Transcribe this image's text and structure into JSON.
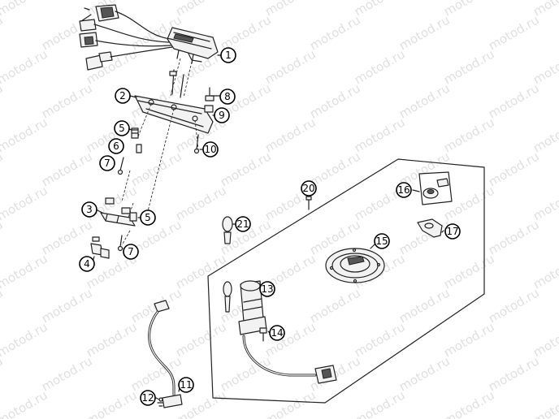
{
  "watermark": {
    "text": "motod.ru"
  },
  "callouts": [
    {
      "id": "c1",
      "label": "1"
    },
    {
      "id": "c2",
      "label": "2"
    },
    {
      "id": "c3",
      "label": "3"
    },
    {
      "id": "c4",
      "label": "4"
    },
    {
      "id": "c5a",
      "label": "5"
    },
    {
      "id": "c5b",
      "label": "5"
    },
    {
      "id": "c6",
      "label": "6"
    },
    {
      "id": "c7a",
      "label": "7"
    },
    {
      "id": "c7b",
      "label": "7"
    },
    {
      "id": "c8",
      "label": "8"
    },
    {
      "id": "c9",
      "label": "9"
    },
    {
      "id": "c10",
      "label": "10"
    },
    {
      "id": "c11",
      "label": "11"
    },
    {
      "id": "c12",
      "label": "12"
    },
    {
      "id": "c13",
      "label": "13"
    },
    {
      "id": "c14",
      "label": "14"
    },
    {
      "id": "c15",
      "label": "15"
    },
    {
      "id": "c16",
      "label": "16"
    },
    {
      "id": "c17",
      "label": "17"
    },
    {
      "id": "c20",
      "label": "20"
    },
    {
      "id": "c21",
      "label": "21"
    }
  ]
}
